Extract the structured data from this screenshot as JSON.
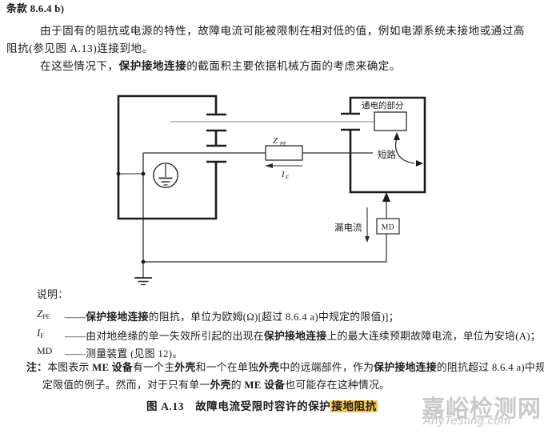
{
  "header": {
    "clause": "条款 8.6.4 b)",
    "p1_line1": "由于固有的阻抗或电源的特性，故障电流可能被限制在相对低的值，例如电源系统未接地或通过高",
    "p1_line2": "阻抗(参见图 A.13)连接到地。",
    "p2_pre": "在这些情况下，",
    "p2_bold": "保护接地连接",
    "p2_post": "的截面积主要依据机械方面的考虑来确定。"
  },
  "diagram": {
    "live_part_label": "通电的部分",
    "short_circuit_label": "短路",
    "leakage_current_label": "漏电流",
    "md_label": "MD",
    "z_symbol": "Z",
    "z_subscript": "PE",
    "i_symbol": "I",
    "i_subscript": "F"
  },
  "legend": {
    "title": "说明：",
    "rows": [
      {
        "sym": "Z",
        "sub": "PE",
        "dash": "——",
        "bold": "保护接地连接",
        "text": "的阻抗，单位为欧姆(Ω)[超过 8.6.4 a)中规定的限值)]；"
      },
      {
        "sym": "I",
        "sub": "F",
        "dash": "——",
        "pre": "由对地绝缘的单一失效所引起的出现在",
        "bold": "保护接地连接",
        "text": "上的最大连续预期故障电流，单位为安培(A)；"
      },
      {
        "sym": "MD",
        "dash": "——",
        "text": "测量装置 (见图 12)。"
      }
    ]
  },
  "note": {
    "label": "注：",
    "l1a": "本图表示 ",
    "l1b": "ME 设备",
    "l1c": "有一个主",
    "l1d": "外壳",
    "l1e": "和一个在单独",
    "l1f": "外壳",
    "l1g": "中的远端部件，作为",
    "l1h": "保护接地连接",
    "l1i": "的阻抗超过 8.6.4 a)中规",
    "l2a": "定限值的例子。然而，对于只有单一",
    "l2b": "外壳",
    "l2c": "的 ",
    "l2d": "ME 设备",
    "l2e": "也可能存在这种情况。"
  },
  "caption": {
    "pre": "图 A.13　故障电流受限时容许的保护",
    "highlight": "接地阻抗"
  },
  "watermark": {
    "cn": "嘉峪检测网",
    "en": "AnyTesting.com"
  },
  "colors": {
    "ink": "#1c1c1c",
    "caption_highlight": "#f6c54d",
    "watermark_gray": "#c9c9c9",
    "supply_wire_gray": "#b0b0b0"
  }
}
